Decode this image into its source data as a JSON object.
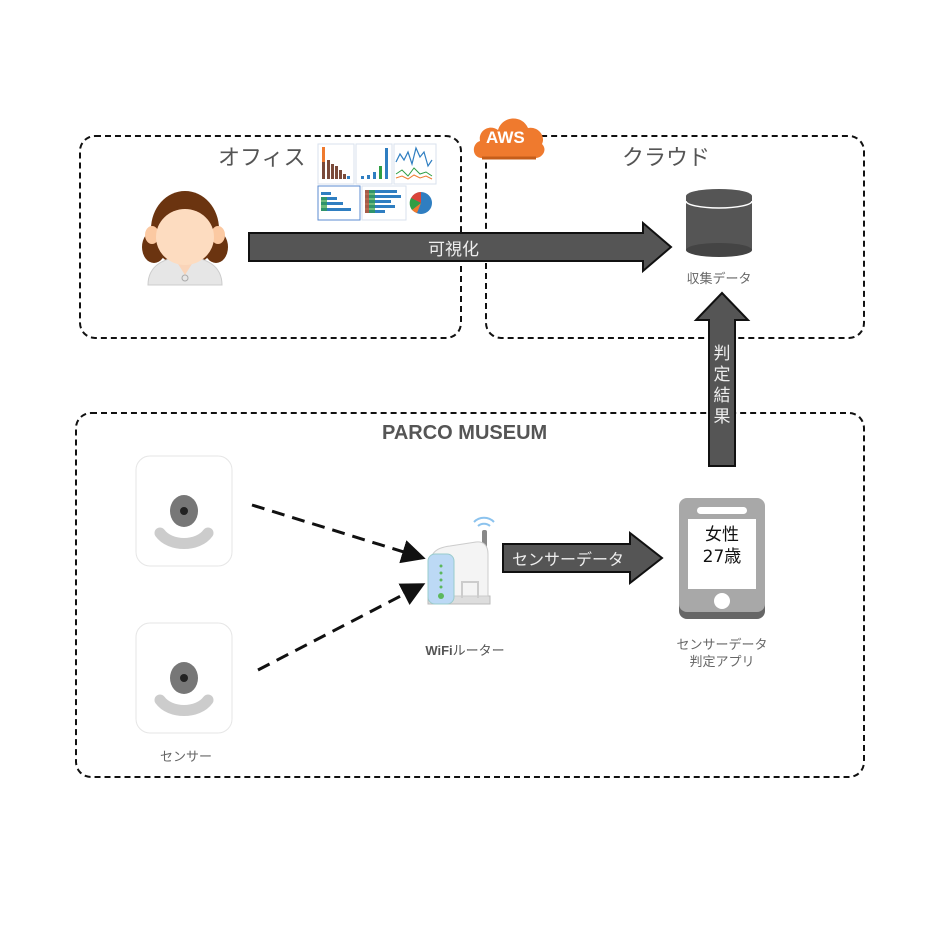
{
  "zones": {
    "office": {
      "title": "オフィス"
    },
    "cloud": {
      "title": "クラウド",
      "badge": "AWS"
    },
    "museum": {
      "title": "PARCO MUSEUM"
    }
  },
  "arrows": {
    "visualize": "可視化",
    "result": [
      "判",
      "定",
      "結",
      "果"
    ],
    "sensor_data": "センサーデータ"
  },
  "nodes": {
    "database": "収集データ",
    "sensor": "センサー",
    "router": {
      "bold": "WiFi",
      "rest": "ルーター"
    },
    "app": {
      "line1": "センサーデータ",
      "line2": "判定アプリ"
    },
    "phone_screen": {
      "line1": "女性",
      "line2": "27歳"
    }
  },
  "colors": {
    "arrow_fill": "#555555",
    "aws_orange": "#ef7a2e",
    "hair": "#6b3410",
    "router_blue": "#bcd9f5",
    "phone_gray": "#a8a8a8"
  }
}
